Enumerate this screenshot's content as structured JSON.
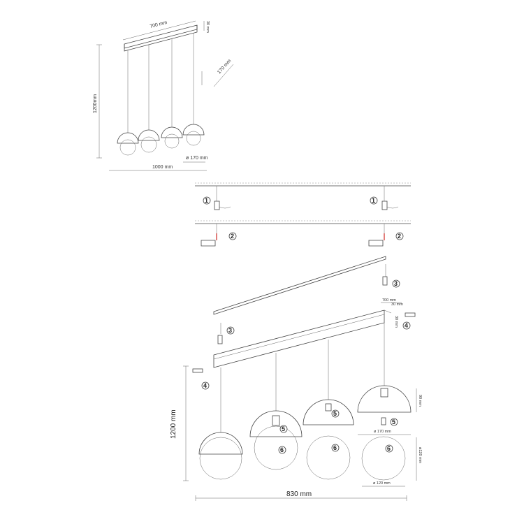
{
  "overview": {
    "canopy_length": "700 mm",
    "canopy_height": "30 mm",
    "canopy_depth": "170 mm",
    "drop_height": "1200mm",
    "shade_diameter": "ø 170 mm",
    "total_width": "1000 mm"
  },
  "assembly": {
    "steps": [
      "1",
      "2",
      "3",
      "3",
      "4",
      "4",
      "5",
      "5",
      "5",
      "5",
      "6",
      "6",
      "6"
    ],
    "rail_length": "700 mm",
    "rail_height": "30 mm",
    "rail_height_side": "30 mm",
    "drop_height": "1200 mm",
    "shade_height": "90 mm",
    "shade_diameter": "ø 170 mm",
    "globe_height": "ø120 mm",
    "globe_diameter": "ø 120 mm",
    "total_width": "830 mm"
  }
}
